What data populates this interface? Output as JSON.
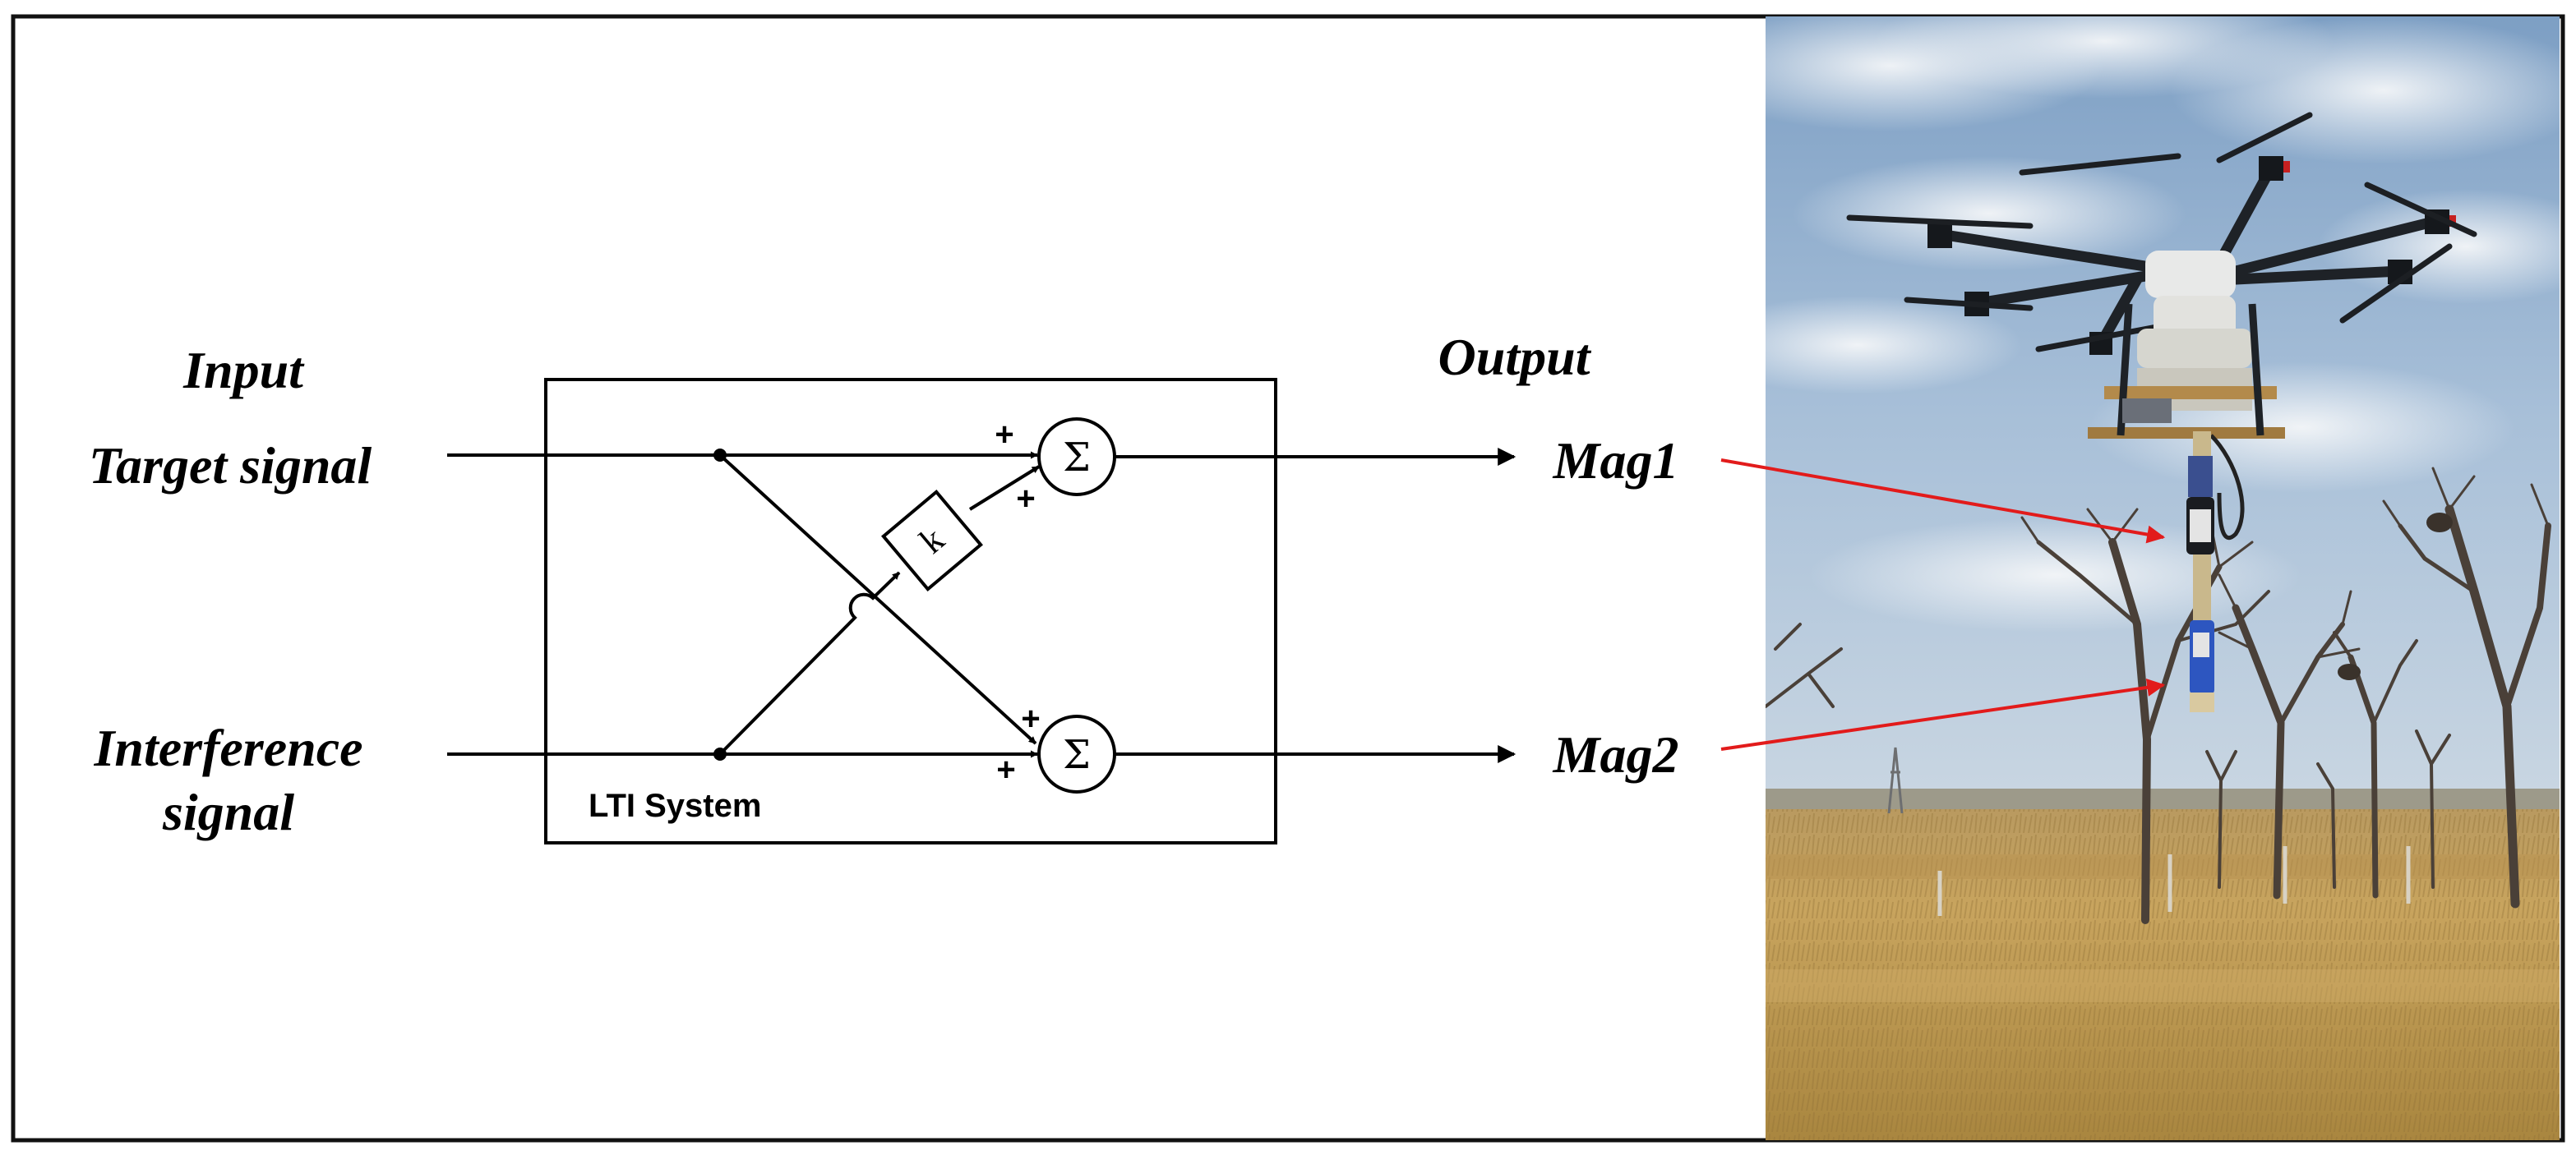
{
  "labels": {
    "input_heading": "Input",
    "input_target": "Target signal",
    "input_interference_line1": "Interference",
    "input_interference_line2": "signal",
    "output_heading": "Output",
    "output_mag1": "Mag1",
    "output_mag2": "Mag2",
    "system_label": "LTI System",
    "gain": "k",
    "sum_symbol": "Σ",
    "plus": "+"
  },
  "colors": {
    "line": "#000000",
    "pointer_arrow": "#e21b1b",
    "frame": "#111111"
  },
  "photo": {
    "subject": "hexacopter-drone-with-suspended-magnetometers"
  }
}
